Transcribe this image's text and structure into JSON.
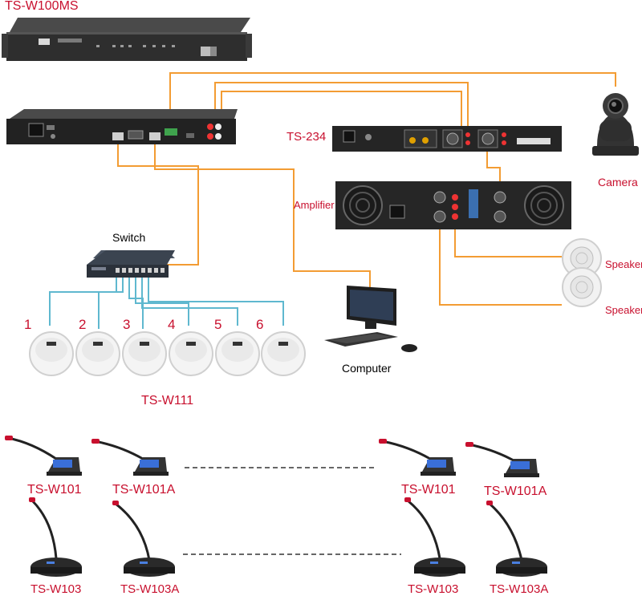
{
  "labels": {
    "main_unit": "TS-W100MS",
    "switch": "Switch",
    "computer": "Computer",
    "ts234": "TS-234",
    "amplifier": "Amplifier",
    "camera": "Camera",
    "speaker_1": "Speaker",
    "speaker_2": "Speaker",
    "ap_model": "TS-W111",
    "ap_numbers": [
      "1",
      "2",
      "3",
      "4",
      "5",
      "6"
    ],
    "mic_row1": [
      "TS-W101",
      "TS-W101A",
      "TS-W101",
      "TS-W101A"
    ],
    "mic_row2": [
      "TS-W103",
      "TS-W103A",
      "TS-W103",
      "TS-W103A"
    ]
  },
  "colors": {
    "label_red": "#c8102e",
    "cable_orange": "#f39c33",
    "cable_cyan": "#5fb8cf",
    "device_dark": "#2b2b2b"
  }
}
